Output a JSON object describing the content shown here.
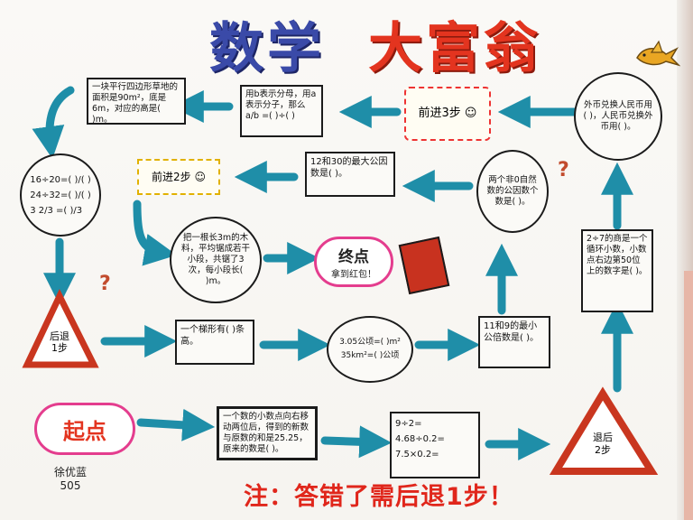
{
  "title": {
    "part1": "数学",
    "part2": "大富翁"
  },
  "cells": {
    "top_left_box": "一块平行四边形草地的面积是90m²，底是6m，对应的高是(   )m。",
    "top_mid_box": "用b表示分母，用a表示分子，那么 a/b =(   )÷(   )",
    "forward3": "前进3步",
    "top_right_circle": "外币兑换人民币用(    )，人民币兑换外币用(    )。",
    "left_circle": "16÷20=( )/( )\n24÷32=( )/( )\n3 2/3 =( )/3",
    "forward2": "前进2步",
    "mid_box_12_30": "12和30的最大公因数是(   )。",
    "circle_two_nonzero": "两个非0自然数的公因数个数是(   )。",
    "right_box_repeating": "2÷7的商是一个循环小数，小数点右边第50位上的数字是(   )。",
    "rope_circle": "把一根长3m的木料，平均锯成若干小段，共锯了3次，每小段长(   )m。",
    "end_cloud": {
      "line1": "终点",
      "line2": "拿到红包！"
    },
    "back1": {
      "line1": "后退",
      "line2": "1步"
    },
    "trapezoid_box": "一个梯形有(   )条高。",
    "units_circle": "3.05公顷=(   )m²\n35km²=(   )公顷",
    "lcm_box": "11和9的最小公倍数是(   )。",
    "start_cloud": "起点",
    "decimal_move_box": "一个数的小数点向右移动两位后，得到的新数与原数的和是25.25，原来的数是(   )。",
    "division_box": "9÷2=\n4.68÷0.2=\n7.5×0.2=",
    "back2": {
      "line1": "退后",
      "line2": "2步"
    }
  },
  "note": "注：答错了需后退1步！",
  "signature": {
    "name": "徐优蓝",
    "class": "505"
  },
  "question_marks": [
    "?",
    "?"
  ],
  "colors": {
    "arrow": "#1f8ea8",
    "title_blue": "#3a4aa8",
    "title_red": "#e3341f",
    "note_red": "#e0261b",
    "triangle_red": "#c9361f",
    "cloud_pink": "#e43d8e"
  }
}
